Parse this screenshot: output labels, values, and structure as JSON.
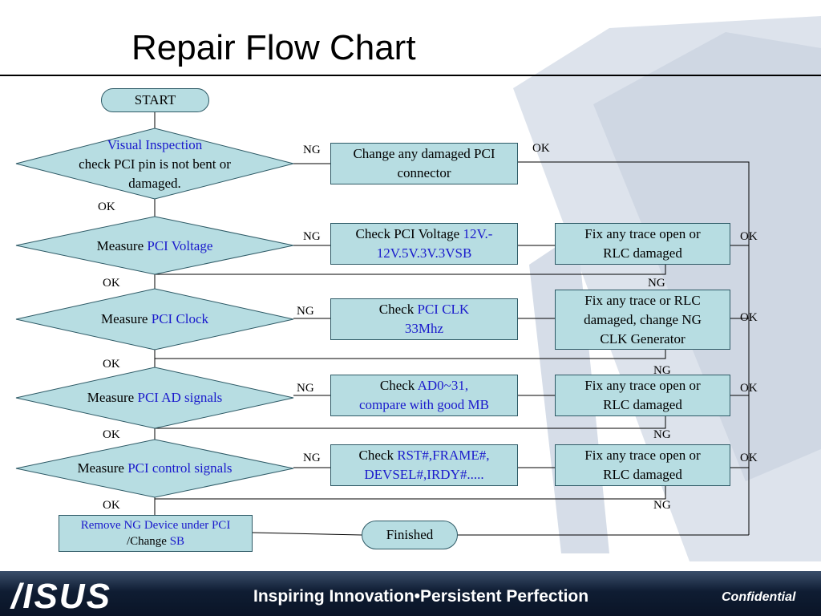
{
  "title": "Repair Flow Chart",
  "colors": {
    "node_fill": "#b7dde2",
    "node_border": "#2e5a66",
    "highlight_text": "#1a1acc"
  },
  "nodes": {
    "start": "START",
    "visual": {
      "l1": "Visual Inspection",
      "l2": "check PCI pin is not bent or",
      "l3": "damaged."
    },
    "change_connector": {
      "l1": "Change any damaged PCI",
      "l2": "connector"
    },
    "voltage": {
      "pre": "Measure ",
      "hl": "PCI Voltage"
    },
    "check_voltage": {
      "pre": "Check PCI Voltage ",
      "hl1": "12V.-",
      "hl2": "12V.5V.3V.3VSB"
    },
    "fix_voltage": {
      "l1": "Fix any trace open or",
      "l2": "RLC damaged"
    },
    "clock": {
      "pre": "Measure ",
      "hl": "PCI Clock"
    },
    "check_clock": {
      "pre": "Check ",
      "hl1": "PCI CLK",
      "hl2": "33Mhz"
    },
    "fix_clock": {
      "l1": "Fix any trace or RLC",
      "l2": "damaged, change NG",
      "l3": "CLK Generator"
    },
    "ad": {
      "pre": "Measure ",
      "hl": "PCI AD signals"
    },
    "check_ad": {
      "pre": "Check ",
      "hl1": "AD0~31,",
      "hl2": "compare with good MB"
    },
    "fix_ad": {
      "l1": "Fix any trace open or",
      "l2": "RLC damaged"
    },
    "control": {
      "pre": "Measure ",
      "hl": "PCI control signals"
    },
    "check_control": {
      "pre": "Check ",
      "hl1": "RST#,FRAME#,",
      "hl2": "DEVSEL#,IRDY#....."
    },
    "fix_control": {
      "l1": "Fix any trace open or",
      "l2": "RLC damaged"
    },
    "remove": {
      "l1": "Remove NG Device under PCI",
      "pre2": "/Change ",
      "hl2": "SB"
    },
    "finished": "Finished"
  },
  "labels": {
    "ng": "NG",
    "ok": "OK"
  },
  "footer": {
    "brand": "/ISUS",
    "slogan": "Inspiring Innovation•Persistent Perfection",
    "confidential": "Confidential"
  }
}
